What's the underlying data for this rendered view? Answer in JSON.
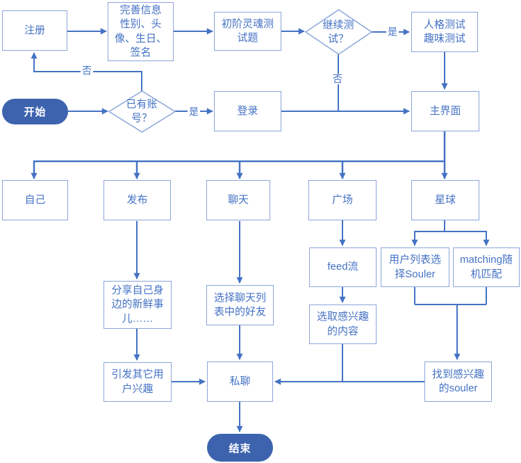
{
  "colors": {
    "connector": "#4472C4",
    "shape_border": "#8AA5DA",
    "shape_text": "#4472C4",
    "terminal_fill": "#3D63AE",
    "terminal_text": "#FFFFFF",
    "background": "#FFFFFF"
  },
  "nodes": {
    "start": "开始",
    "register": "注册",
    "profile": "完善信息\n性别、头\n像、生日、\n签名",
    "soul_test": "初阶灵魂测\n试题",
    "continue_test": "继续测\n试？",
    "personality_test": "人格测试\n趣味测试",
    "has_account": "已有账\n号？",
    "login": "登录",
    "main_ui": "主界面",
    "self": "自己",
    "publish": "发布",
    "chat": "聊天",
    "square": "广场",
    "planet": "星球",
    "feed": "feed流",
    "user_list": "用户列表选\n择Souler",
    "matching": "matching随\n机匹配",
    "share": "分享自己身\n边的新鲜事\n儿……",
    "choose_friend": "选择聊天列\n表中的好友",
    "pick_content": "选取感兴趣\n的内容",
    "arouse_interest": "引发其它用\n户兴趣",
    "private_chat": "私聊",
    "find_souler": "找到感兴趣\n的souler",
    "end": "结束"
  },
  "edge_labels": {
    "account_no": "否",
    "account_yes": "是",
    "continue_no": "否",
    "continue_yes": "是"
  }
}
